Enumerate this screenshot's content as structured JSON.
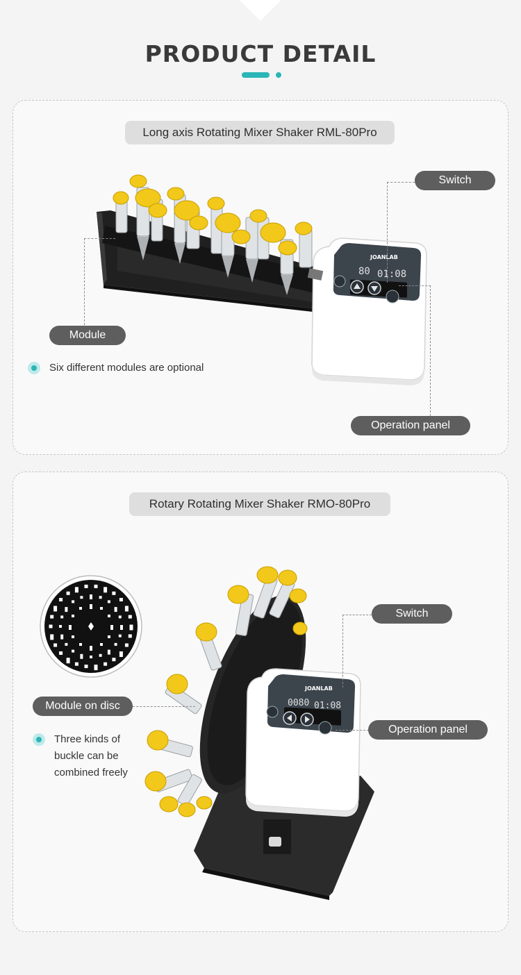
{
  "header": {
    "title": "PRODUCT  DETAIL"
  },
  "sections": [
    {
      "product_title": "Long axis Rotating Mixer Shaker RML-80Pro",
      "labels": {
        "switch": "Switch",
        "module": "Module",
        "operation_panel": "Operation panel"
      },
      "note": "Six different modules are optional",
      "display": {
        "speed": "80",
        "time": "01:08"
      },
      "brand": "JOANLAB"
    },
    {
      "product_title": "Rotary Rotating Mixer Shaker RMO-80Pro",
      "labels": {
        "switch": "Switch",
        "module": "Module on disc",
        "operation_panel": "Operation panel"
      },
      "note_lines": [
        "Three kinds of",
        "buckle can be",
        "combined freely"
      ],
      "display": {
        "speed": "0080",
        "time": "01:08"
      },
      "brand": "JOANLAB"
    }
  ],
  "colors": {
    "accent": "#2ab6b6",
    "pill_dark": "#5e5e5e",
    "pill_light": "#dedede",
    "tube_cap": "#f2c81a"
  }
}
